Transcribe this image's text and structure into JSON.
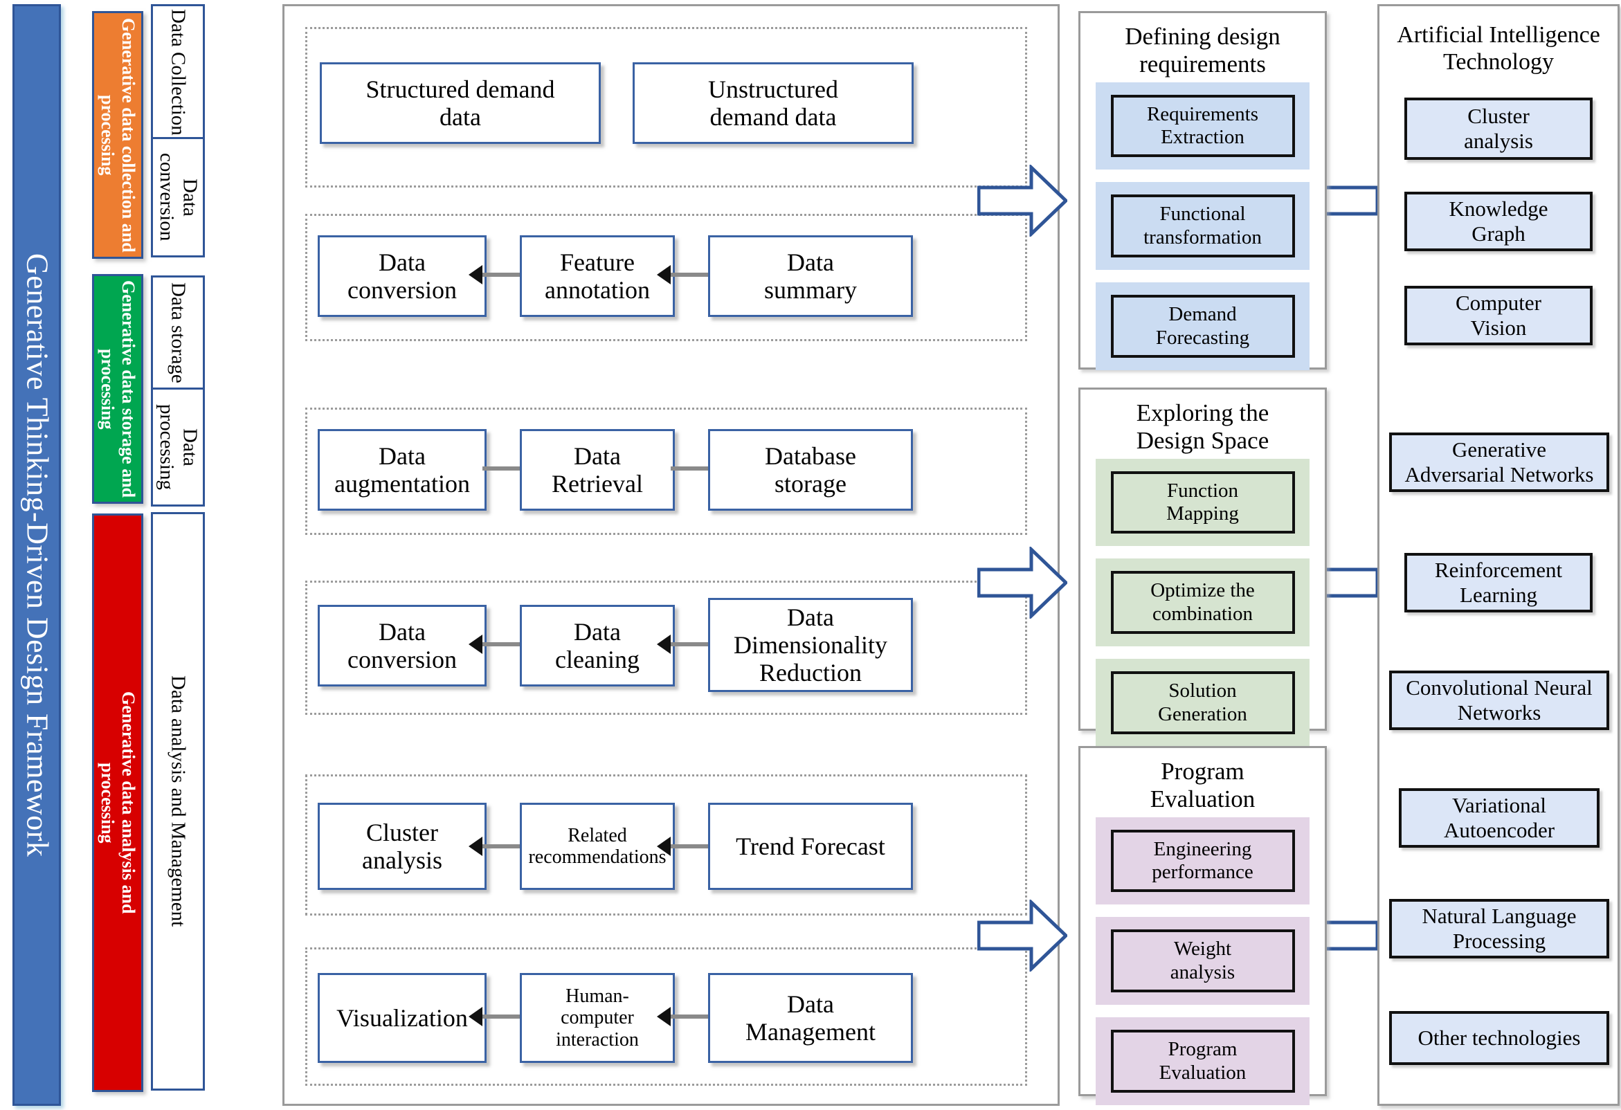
{
  "framework_title": "Generative Thinking-Driven Design Framework",
  "colors": {
    "title_bar": "#4472B8",
    "phase_collection": "#ED7D31",
    "phase_storage": "#00A650",
    "phase_analysis": "#D70000",
    "node_border": "#3A62A4",
    "panel_blue": "#CBDCF2",
    "panel_green": "#D6E4D0",
    "panel_purple": "#E3D4E6",
    "ai_chip": "#DCE6F7"
  },
  "phases": [
    {
      "label": "Generative data collection and\nprocessing",
      "color": "#ED7D31"
    },
    {
      "label": "Generative data storage and\nprocessing",
      "color": "#00A650"
    },
    {
      "label": "Generative data analysis and\nprocessing",
      "color": "#D70000"
    }
  ],
  "stages": [
    {
      "label": "Data Collection"
    },
    {
      "label": "Data conversion"
    },
    {
      "label": "Data storage"
    },
    {
      "label": "Data processing"
    },
    {
      "label": "Data analysis and Management"
    }
  ],
  "center_groups": [
    {
      "id": "demand-data",
      "connector": "none",
      "nodes": [
        {
          "label": "Structured demand\ndata"
        },
        {
          "label": "Unstructured\ndemand data"
        }
      ]
    },
    {
      "id": "conversion-annotation-summary",
      "connector": "bidirectional",
      "nodes": [
        {
          "label": "Data\nconversion"
        },
        {
          "label": "Feature\nannotation"
        },
        {
          "label": "Data\nsummary"
        }
      ]
    },
    {
      "id": "augmentation-retrieval-storage",
      "connector": "forward",
      "nodes": [
        {
          "label": "Data\naugmentation"
        },
        {
          "label": "Data\nRetrieval"
        },
        {
          "label": "Database\nstorage"
        }
      ]
    },
    {
      "id": "conversion-cleaning-reduction",
      "connector": "bidirectional",
      "nodes": [
        {
          "label": "Data\nconversion"
        },
        {
          "label": "Data\ncleaning"
        },
        {
          "label": "Data\nDimensionality\nReduction"
        }
      ]
    },
    {
      "id": "cluster-related-trend",
      "connector": "bidirectional",
      "nodes": [
        {
          "label": "Cluster\nanalysis"
        },
        {
          "label": "Related\nrecommendations"
        },
        {
          "label": "Trend Forecast"
        }
      ]
    },
    {
      "id": "visualization-hci-management",
      "connector": "bidirectional",
      "nodes": [
        {
          "label": "Visualization"
        },
        {
          "label": "Human-\ncomputer\ninteraction"
        },
        {
          "label": "Data\nManagement"
        }
      ]
    }
  ],
  "panels": [
    {
      "title": "Defining design\nrequirements",
      "tone": "blue",
      "items": [
        {
          "label": "Requirements\nExtraction"
        },
        {
          "label": "Functional\ntransformation"
        },
        {
          "label": "Demand\nForecasting"
        }
      ]
    },
    {
      "title": "Exploring the\nDesign Space",
      "tone": "green",
      "items": [
        {
          "label": "Function\nMapping"
        },
        {
          "label": "Optimize the\ncombination"
        },
        {
          "label": "Solution\nGeneration"
        }
      ]
    },
    {
      "title": "Program\nEvaluation",
      "tone": "purple",
      "items": [
        {
          "label": "Engineering\nperformance"
        },
        {
          "label": "Weight\nanalysis"
        },
        {
          "label": "Program\nEvaluation"
        }
      ]
    }
  ],
  "ai_panel": {
    "title": "Artificial Intelligence\nTechnology",
    "items": [
      {
        "label": "Cluster\nanalysis"
      },
      {
        "label": "Knowledge\nGraph"
      },
      {
        "label": "Computer\nVision"
      },
      {
        "label": "Generative\nAdversarial Networks"
      },
      {
        "label": "Reinforcement\nLearning"
      },
      {
        "label": "Convolutional Neural\nNetworks"
      },
      {
        "label": "Variational\nAutoencoder"
      },
      {
        "label": "Natural Language\nProcessing"
      },
      {
        "label": "Other technologies"
      }
    ]
  }
}
